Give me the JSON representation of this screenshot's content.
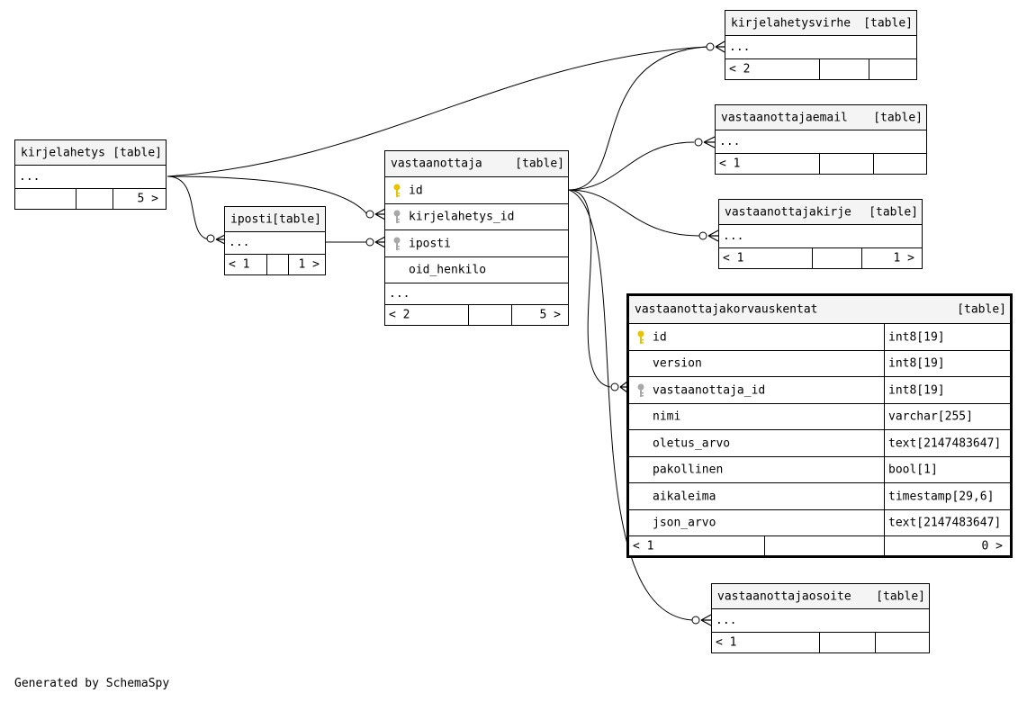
{
  "tables": {
    "kirjelahetysvirhe": {
      "name": "kirjelahetysvirhe",
      "kind": "[table]",
      "ellipsis": "...",
      "parents": "< 2",
      "children": ""
    },
    "vastaanottajaemail": {
      "name": "vastaanottajaemail",
      "kind": "[table]",
      "ellipsis": "...",
      "parents": "< 1",
      "children": ""
    },
    "vastaanottajakirje": {
      "name": "vastaanottajakirje",
      "kind": "[table]",
      "ellipsis": "...",
      "parents": "< 1",
      "children": "1 >"
    },
    "kirjelahetys": {
      "name": "kirjelahetys",
      "kind": "[table]",
      "ellipsis": "...",
      "parents": "",
      "children": "5 >"
    },
    "iposti": {
      "name": "iposti",
      "kind": "[table]",
      "ellipsis": "...",
      "parents": "< 1",
      "children": "1 >"
    },
    "vastaanottaja": {
      "name": "vastaanottaja",
      "kind": "[table]",
      "columns": [
        {
          "name": "id",
          "key": "primary"
        },
        {
          "name": "kirjelahetys_id",
          "key": "foreign"
        },
        {
          "name": "iposti",
          "key": "foreign"
        },
        {
          "name": "oid_henkilo",
          "key": "none"
        }
      ],
      "ellipsis": "...",
      "parents": "< 2",
      "children": "5 >"
    },
    "vastaanottajakorvauskentat": {
      "name": "vastaanottajakorvauskentat",
      "kind": "[table]",
      "columns": [
        {
          "name": "id",
          "type": "int8[19]",
          "key": "primary"
        },
        {
          "name": "version",
          "type": "int8[19]",
          "key": "none"
        },
        {
          "name": "vastaanottaja_id",
          "type": "int8[19]",
          "key": "foreign"
        },
        {
          "name": "nimi",
          "type": "varchar[255]",
          "key": "none"
        },
        {
          "name": "oletus_arvo",
          "type": "text[2147483647]",
          "key": "none"
        },
        {
          "name": "pakollinen",
          "type": "bool[1]",
          "key": "none"
        },
        {
          "name": "aikaleima",
          "type": "timestamp[29,6]",
          "key": "none"
        },
        {
          "name": "json_arvo",
          "type": "text[2147483647]",
          "key": "none"
        }
      ],
      "parents": "< 1",
      "children": "0 >"
    },
    "vastaanottajaosoite": {
      "name": "vastaanottajaosoite",
      "kind": "[table]",
      "ellipsis": "...",
      "parents": "< 1",
      "children": ""
    }
  },
  "relationships": [
    {
      "from": "kirjelahetys",
      "to": "kirjelahetysvirhe"
    },
    {
      "from": "kirjelahetys",
      "to": "vastaanottaja.kirjelahetys_id"
    },
    {
      "from": "kirjelahetys",
      "to": "iposti"
    },
    {
      "from": "iposti",
      "to": "vastaanottaja.iposti"
    },
    {
      "from": "vastaanottaja.id",
      "to": "kirjelahetysvirhe"
    },
    {
      "from": "vastaanottaja.id",
      "to": "vastaanottajaemail"
    },
    {
      "from": "vastaanottaja.id",
      "to": "vastaanottajakirje"
    },
    {
      "from": "vastaanottaja.id",
      "to": "vastaanottajakorvauskentat.vastaanottaja_id"
    },
    {
      "from": "vastaanottaja.id",
      "to": "vastaanottajaosoite"
    }
  ],
  "colors": {
    "primary_key": "#e8c400",
    "foreign_key": "#a8a8a8",
    "header_bg": "#f4f4f4"
  },
  "footer": {
    "generated_by": "Generated by SchemaSpy"
  }
}
